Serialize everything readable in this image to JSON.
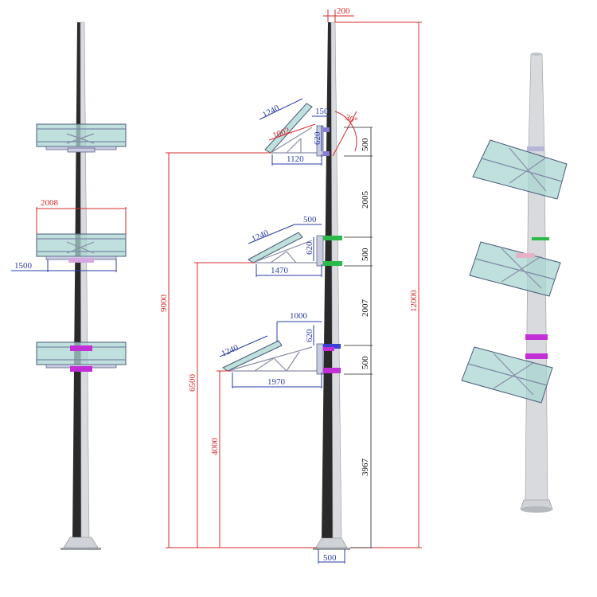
{
  "dimensions": {
    "top_width": "200",
    "total_height": "12000",
    "base_width": "500",
    "angle": "30°",
    "panel_width_top": "1240",
    "inner_width_top": "1002",
    "offset_top": "150",
    "depth_top": "620",
    "base_top": "1120",
    "panel_width_mid": "1240",
    "offset_mid": "500",
    "depth_mid": "620",
    "base_mid": "1470",
    "panel_width_low": "1240",
    "offset_low": "1000",
    "depth_low": "620",
    "base_low": "1970",
    "seg_top": "500",
    "gap_upper": "2005",
    "seg_mid": "500",
    "gap_lower": "2007",
    "seg_low": "500",
    "bottom_run": "3967",
    "height_9000": "9000",
    "height_6500": "6500",
    "height_4000": "4000",
    "front_width": "2008",
    "front_base": "1500"
  },
  "colors": {
    "red": "#d92b2b",
    "blue": "#2a3ea8",
    "glass": "#a9d6d0",
    "clamp_magenta": "#c22fd6",
    "clamp_green": "#2db84a"
  }
}
